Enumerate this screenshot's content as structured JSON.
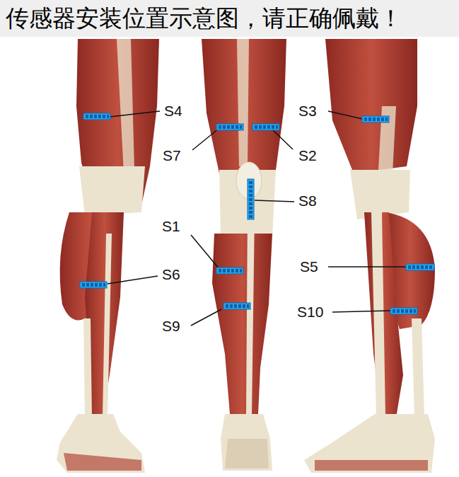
{
  "diagram": {
    "title": "传感器安装位置示意图，请正确佩戴！",
    "labels": [
      "S4",
      "S3",
      "S7",
      "S2",
      "S8",
      "S1",
      "S5",
      "S6",
      "S10",
      "S9"
    ]
  }
}
